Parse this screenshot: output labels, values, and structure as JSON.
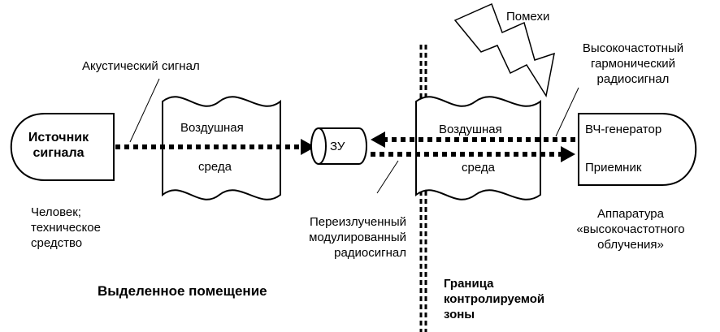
{
  "source": {
    "line1": "Источник",
    "line2": "сигнала"
  },
  "source_caption": {
    "line1": "Человек;",
    "line2": "техническое",
    "line3": "средство"
  },
  "acoustic_signal": "Акустический сигнал",
  "air_medium_left": {
    "line1": "Воздушная",
    "line2": "среда"
  },
  "air_medium_right": {
    "line1": "Воздушная",
    "line2": "среда"
  },
  "zu_label": "ЗУ",
  "reradiated": {
    "line1": "Переизлученный",
    "line2": "модулированный",
    "line3": "радиосигнал"
  },
  "room_label": "Выделенное помещение",
  "interference": "Помехи",
  "hf_signal": {
    "line1": "Высокочастотный",
    "line2": "гармонический",
    "line3": "радиосигнал"
  },
  "device": {
    "generator": "ВЧ-генератор",
    "receiver": "Приемник"
  },
  "device_caption": {
    "line1": "Аппаратура",
    "line2": "«высокочастотного",
    "line3": "облучения»"
  },
  "zone_boundary": {
    "line1": "Граница",
    "line2": "контролируемой",
    "line3": "зоны"
  }
}
